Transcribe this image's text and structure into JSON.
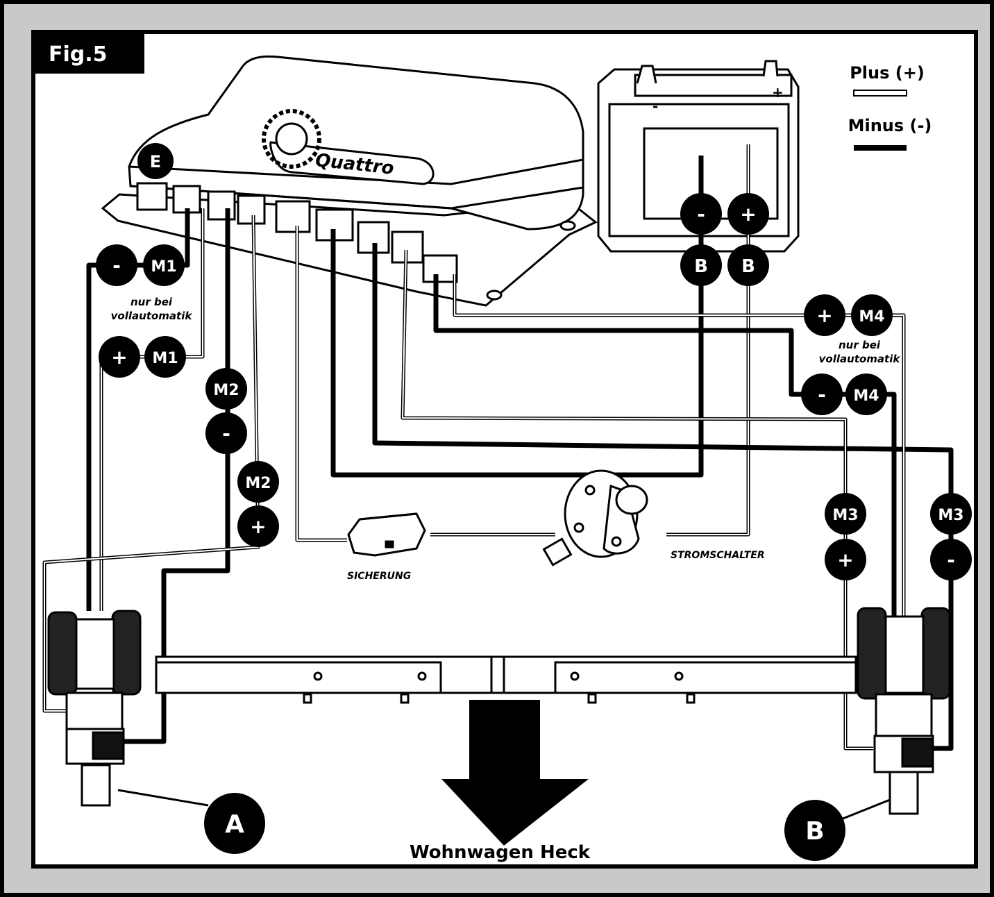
{
  "figure": {
    "label": "Fig.5"
  },
  "legend": {
    "plus": "Plus (+)",
    "minus": "Minus (-)"
  },
  "controller": {
    "badge": "E",
    "brand": "Quattro"
  },
  "battery": {
    "minus_mark": "-",
    "plus_mark": "+"
  },
  "badges": {
    "bat_minus": "-",
    "bat_plus": "+",
    "bat_b1": "B",
    "bat_b2": "B",
    "m1_minus_sign": "-",
    "m1_minus_label": "M1",
    "m1_plus_sign": "+",
    "m1_plus_label": "M1",
    "m2_a_label": "M2",
    "m2_a_sign": "-",
    "m2_b_label": "M2",
    "m2_b_sign": "+",
    "m3_a_label": "M3",
    "m3_a_sign": "+",
    "m3_b_label": "M3",
    "m3_b_sign": "-",
    "m4_plus_sign": "+",
    "m4_plus_label": "M4",
    "m4_minus_sign": "-",
    "m4_minus_label": "M4",
    "motor_a": "A",
    "motor_b": "B"
  },
  "notes": {
    "left_l1": "nur bei",
    "left_l2": "vollautomatik",
    "right_l1": "nur bei",
    "right_l2": "vollautomatik"
  },
  "components": {
    "fuse": "SICHERUNG",
    "switch": "STROMSCHALTER"
  },
  "direction": {
    "label": "Wohnwagen Heck"
  }
}
